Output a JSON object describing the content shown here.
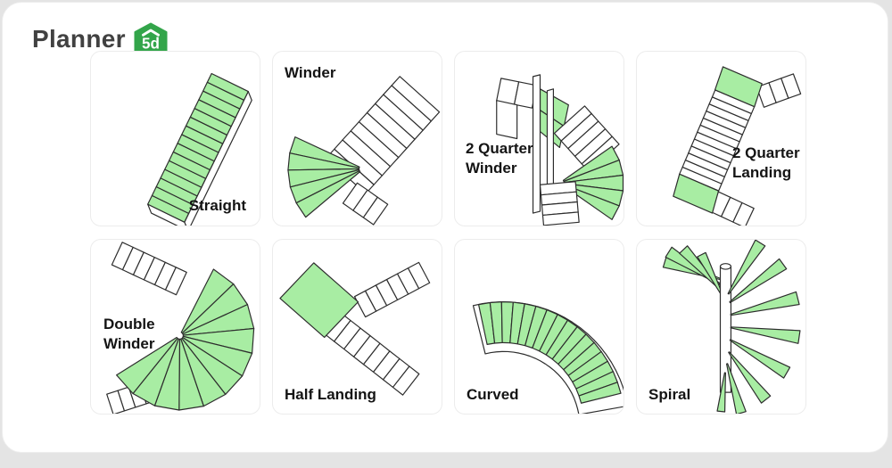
{
  "brand": {
    "name": "Planner",
    "badge_text": "5d"
  },
  "colors": {
    "page_bg": "#e4e4e4",
    "panel_bg": "#ffffff",
    "card_border": "#ececec",
    "step_green": "#a8eda3",
    "step_white": "#ffffff",
    "outline": "#2d2d2d",
    "label_color": "#141414",
    "brand_text": "#414141",
    "brand_green": "#33a54a"
  },
  "cards": [
    {
      "id": "straight",
      "label_lines": [
        "Straight"
      ]
    },
    {
      "id": "winder",
      "label_lines": [
        "Winder"
      ]
    },
    {
      "id": "two_quarter_winder",
      "label_lines": [
        "2 Quarter",
        "Winder"
      ]
    },
    {
      "id": "two_quarter_landing",
      "label_lines": [
        "2 Quarter",
        "Landing"
      ]
    },
    {
      "id": "double_winder",
      "label_lines": [
        "Double",
        "Winder"
      ]
    },
    {
      "id": "half_landing",
      "label_lines": [
        "Half Landing"
      ]
    },
    {
      "id": "curved",
      "label_lines": [
        "Curved"
      ]
    },
    {
      "id": "spiral",
      "label_lines": [
        "Spiral"
      ]
    }
  ]
}
